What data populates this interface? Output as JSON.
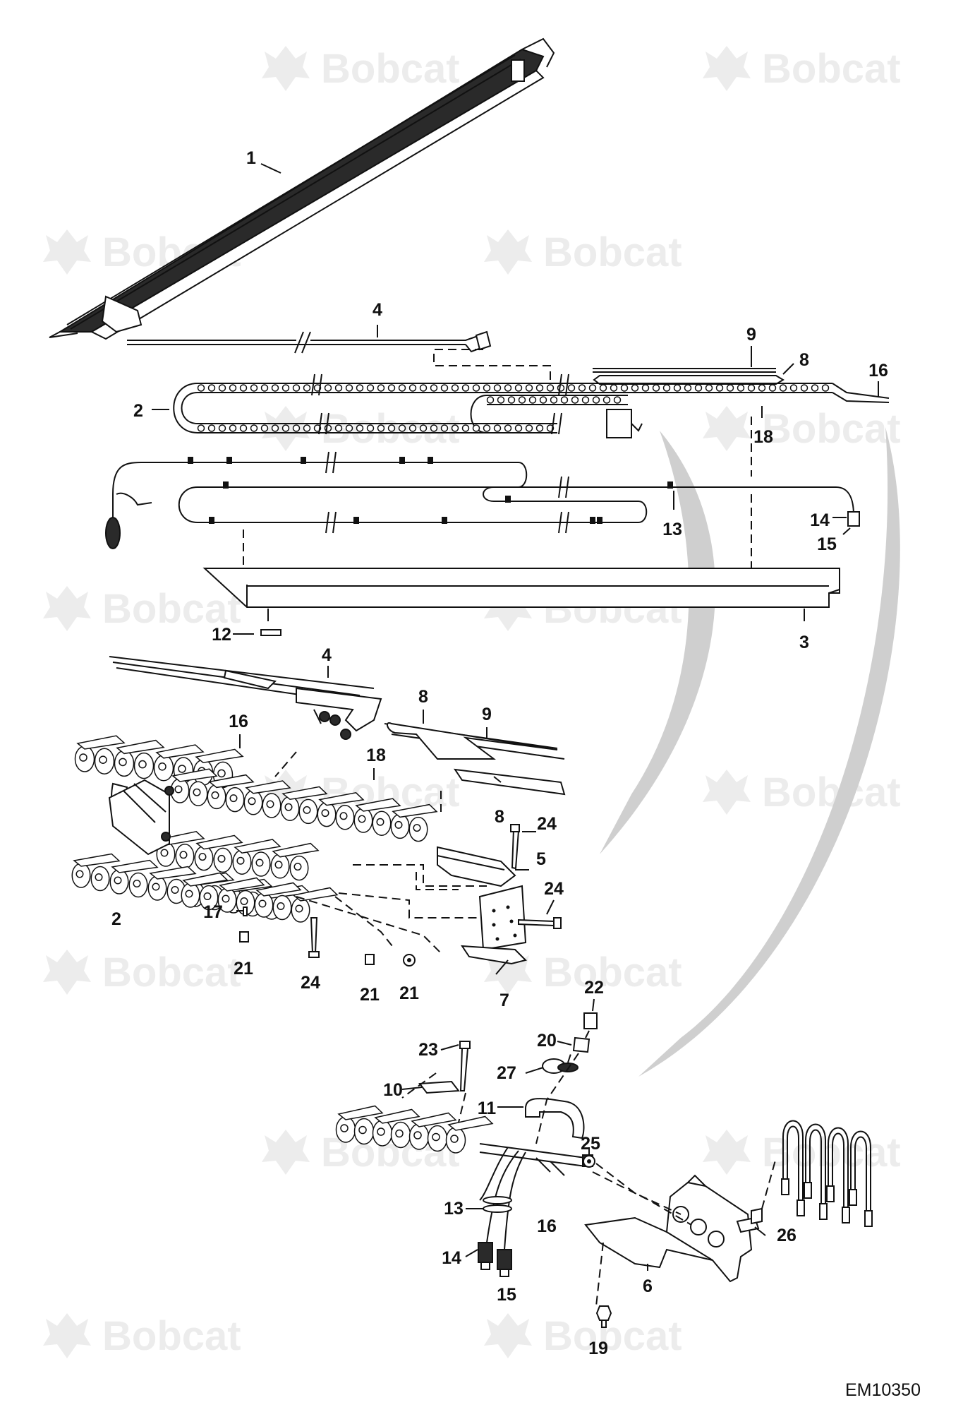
{
  "diagram": {
    "watermark_text": "Bobcat",
    "document_id": "EM10350",
    "callouts": [
      {
        "id": "c1",
        "text": "1"
      },
      {
        "id": "c4a",
        "text": "4"
      },
      {
        "id": "c9a",
        "text": "9"
      },
      {
        "id": "c8a",
        "text": "8"
      },
      {
        "id": "c16a",
        "text": "16"
      },
      {
        "id": "c2a",
        "text": "2"
      },
      {
        "id": "c18a",
        "text": "18"
      },
      {
        "id": "c13a",
        "text": "13"
      },
      {
        "id": "c14a",
        "text": "14"
      },
      {
        "id": "c15a",
        "text": "15"
      },
      {
        "id": "c12",
        "text": "12"
      },
      {
        "id": "c3",
        "text": "3"
      },
      {
        "id": "c4b",
        "text": "4"
      },
      {
        "id": "c8b",
        "text": "8"
      },
      {
        "id": "c9b",
        "text": "9"
      },
      {
        "id": "c16b",
        "text": "16"
      },
      {
        "id": "c18b",
        "text": "18"
      },
      {
        "id": "c8c",
        "text": "8"
      },
      {
        "id": "c24a",
        "text": "24"
      },
      {
        "id": "c5",
        "text": "5"
      },
      {
        "id": "c24b",
        "text": "24"
      },
      {
        "id": "c2b",
        "text": "2"
      },
      {
        "id": "c17",
        "text": "17"
      },
      {
        "id": "c21a",
        "text": "21"
      },
      {
        "id": "c24c",
        "text": "24"
      },
      {
        "id": "c21b",
        "text": "21"
      },
      {
        "id": "c21c",
        "text": "21"
      },
      {
        "id": "c7",
        "text": "7"
      },
      {
        "id": "c22",
        "text": "22"
      },
      {
        "id": "c20",
        "text": "20"
      },
      {
        "id": "c23",
        "text": "23"
      },
      {
        "id": "c27",
        "text": "27"
      },
      {
        "id": "c10",
        "text": "10"
      },
      {
        "id": "c11",
        "text": "11"
      },
      {
        "id": "c25",
        "text": "25"
      },
      {
        "id": "c13b",
        "text": "13"
      },
      {
        "id": "c16c",
        "text": "16"
      },
      {
        "id": "c26",
        "text": "26"
      },
      {
        "id": "c14b",
        "text": "14"
      },
      {
        "id": "c15b",
        "text": "15"
      },
      {
        "id": "c6",
        "text": "6"
      },
      {
        "id": "c19",
        "text": "19"
      }
    ]
  }
}
